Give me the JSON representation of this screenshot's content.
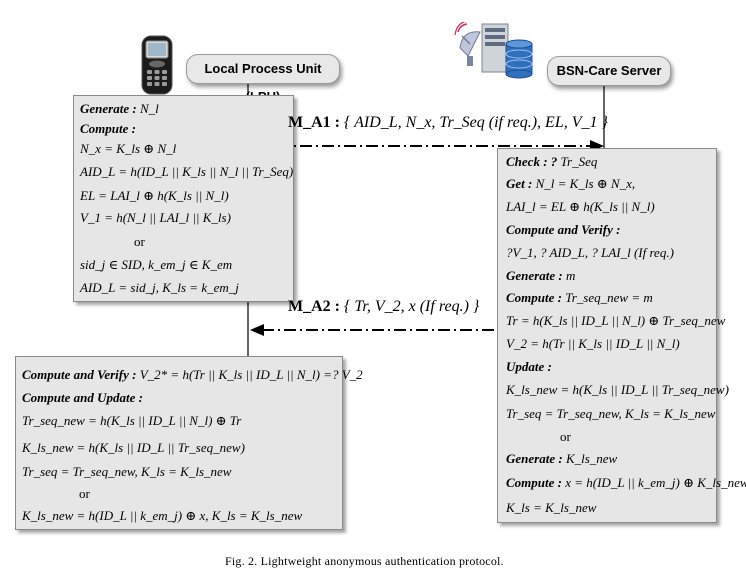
{
  "lpu": {
    "title": "Local Process Unit (LPU)"
  },
  "server": {
    "title": "BSN-Care Server"
  },
  "lpu_box1": {
    "generate_label": "Generate :",
    "generate_value": "N_l",
    "compute_label": "Compute :",
    "lines": [
      "N_x = K_ls ⊕ N_l",
      "AID_L = h(ID_L || K_ls || N_l || Tr_Seq)",
      "EL = LAI_l ⊕ h(K_ls || N_l)",
      "V_1 = h(N_l || LAI_l || K_ls)",
      "or",
      "sid_j ∈ SID, k_em_j ∈ K_em",
      "AID_L = sid_j, K_ls = k_em_j"
    ]
  },
  "msg1": {
    "label": "M_A1 :",
    "content": "{ AID_L, N_x, Tr_Seq (if req.), EL, V_1 }"
  },
  "msg2": {
    "label": "M_A2 :",
    "content": "{ Tr, V_2, x (If req.) }"
  },
  "server_box": {
    "check_label": "Check : ?",
    "check_value": "Tr_Seq",
    "get_label": "Get :",
    "get_lines": [
      "N_l = K_ls ⊕ N_x,",
      "LAI_l = EL ⊕ h(K_ls || N_l)"
    ],
    "compute_verify_label": "Compute and Verify :",
    "compute_verify_line": "?V_1, ? AID_L, ? LAI_l (If req.)",
    "generate_label": "Generate :",
    "generate_value": "m",
    "compute_label": "Compute :",
    "compute_value": "Tr_seq_new = m",
    "compute_lines": [
      "Tr = h(K_ls || ID_L || N_l) ⊕ Tr_seq_new",
      "V_2 = h(Tr || K_ls || ID_L || N_l)"
    ],
    "update_label": "Update :",
    "update_lines": [
      "K_ls_new = h(K_ls || ID_L || Tr_seq_new)",
      "Tr_seq = Tr_seq_new, K_ls = K_ls_new",
      "or"
    ],
    "generate2_label": "Generate :",
    "generate2_value": "K_ls_new",
    "compute2_label": "Compute :",
    "compute2_value": "x = h(ID_L || k_em_j) ⊕ K_ls_new",
    "final_line": "K_ls = K_ls_new"
  },
  "lpu_box2": {
    "compute_verify_label": "Compute and Verify :",
    "compute_verify_value": "V_2* = h(Tr || K_ls || ID_L || N_l) =? V_2",
    "compute_update_label": "Compute and Update :",
    "lines": [
      "Tr_seq_new = h(K_ls || ID_L || N_l) ⊕ Tr",
      "K_ls_new = h(K_ls || ID_L || Tr_seq_new)",
      "Tr_seq = Tr_seq_new, K_ls = K_ls_new",
      "or",
      "K_ls_new = h(ID_L || k_em_j) ⊕ x, K_ls = K_ls_new"
    ]
  },
  "caption": "Fig. 2.   Lightweight anonymous authentication protocol."
}
